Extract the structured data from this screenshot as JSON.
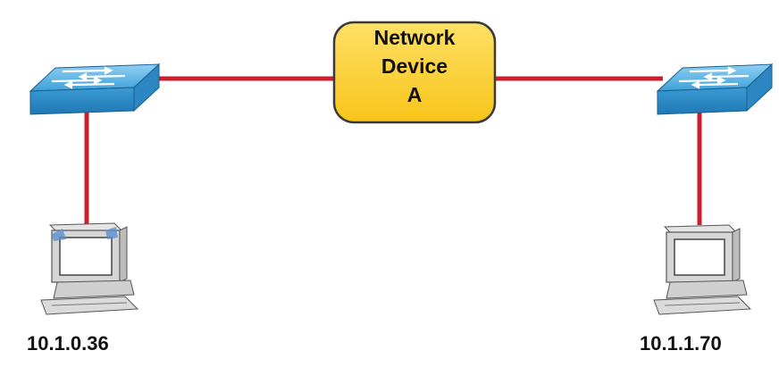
{
  "diagram": {
    "device": {
      "lines": [
        "Network",
        "Device",
        "A"
      ],
      "fill_color": "#fcd12a",
      "border_color": "#3a3a3a"
    },
    "link_color": "#cc1f2e",
    "switch_color": "#4ea9dd",
    "left_pc": {
      "ip": "10.1.0.36"
    },
    "right_pc": {
      "ip": "10.1.1.70"
    }
  }
}
